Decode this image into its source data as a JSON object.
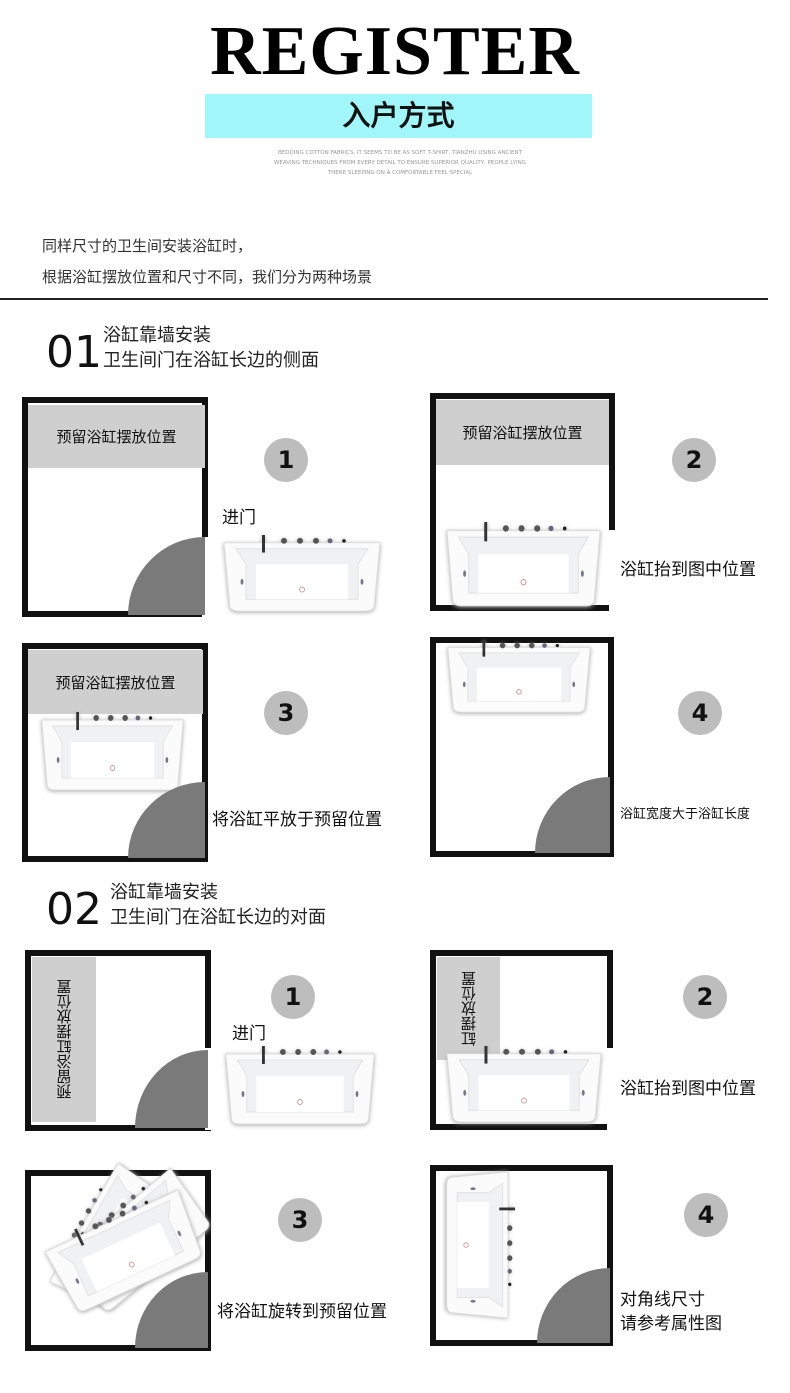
{
  "header": {
    "title": "REGISTER",
    "subtitle": "入户方式",
    "english_lines": [
      "BEDDING COTTON FABRICS, IT SEEMS TO BE AS SOFT T-SHIRT, TIANZHU USING ANCIENT",
      "WEAVING TECHNIQUES FROM EVERY DETAIL TO ENSURE SUPERIOR QUALITY, PEOPLE LYING",
      "THERE SLEEPING ON A COMFORTABLE FEEL SPECIAL"
    ]
  },
  "intro": [
    "同样尺寸的卫生间安装浴缸时，",
    "根据浴缸摆放位置和尺寸不同，我们分为两种场景"
  ],
  "sections": [
    {
      "number": "01",
      "line1": "浴缸靠墙安装",
      "line2": "卫生间门在浴缸长边的侧面",
      "steps": [
        {
          "n": "1",
          "label": "预留浴缸摆放位置",
          "caption": "进门"
        },
        {
          "n": "2",
          "label": "预留浴缸摆放位置",
          "caption": "浴缸抬到图中位置"
        },
        {
          "n": "3",
          "label": "预留浴缸摆放位置",
          "caption": "将浴缸平放于预留位置"
        },
        {
          "n": "4",
          "caption": "浴缸宽度大于浴缸长度"
        }
      ]
    },
    {
      "number": "02",
      "line1": "浴缸靠墙安装",
      "line2": "卫生间门在浴缸长边的对面",
      "steps": [
        {
          "n": "1",
          "label": "预留浴缸摆放位置",
          "caption": "进门"
        },
        {
          "n": "2",
          "label": "缸摆放位置",
          "caption": "浴缸抬到图中位置"
        },
        {
          "n": "3",
          "caption": "将浴缸旋转到预留位置"
        },
        {
          "n": "4",
          "caption": "对角线尺寸",
          "caption2": "请参考属性图"
        }
      ]
    }
  ],
  "colors": {
    "accent_bar": "#a0f6f8",
    "door": "#7a7a7a",
    "label_box": "#cfcfcf",
    "badge": "#bdbdbd"
  }
}
